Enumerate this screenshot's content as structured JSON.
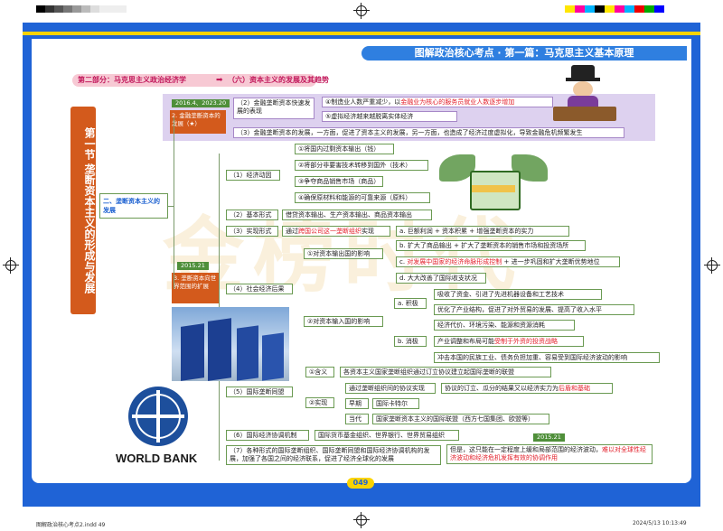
{
  "header": {
    "title": "图解政治核心考点 · 第一篇：马克思主义基本原理",
    "part": "第二部分：马克思主义政治经济学",
    "section": "（六）资本主义的发展及其趋势"
  },
  "chapter": {
    "title": "第一节 垄断资本主义的形成与发展",
    "sub2": "二、垄断资本主义的发展"
  },
  "watermark": "金榜时代",
  "colors": {
    "blue_frame": "#1f63d6",
    "green": "#4f8f3a",
    "orange_node": "#d35a1c",
    "pink_band": "#f7c9d4",
    "purple_band": "#ddd1ef",
    "red_text": "#e3202b"
  },
  "node2": {
    "year_tag": "2016.4、2023.20",
    "title": "2. 金融垄断资本的发展（★）",
    "items": [
      {
        "label": "（2）金融垄断资本快速发展的表现"
      },
      {
        "label": "（3）金融垄断资本的发展，一方面，促进了资本主义的发展，另一方面，也造成了经济过度虚拟化，导致金融危机频繁发生"
      }
    ],
    "sub": [
      {
        "prefix": "④制造业人数严重减少，以",
        "red": "金融业为核心的服务员就业人数逐步增加"
      },
      {
        "prefix": "⑤虚拟经济越来越脱离实体经济",
        "red": ""
      }
    ]
  },
  "node3": {
    "year_tag": "2015.21",
    "title": "3. 垄断资本向世界范围的扩展",
    "items": {
      "motive": "（1）经济动因",
      "motive_list": [
        {
          "a": "①将国内过剩资本输出",
          "b": "（钱）"
        },
        {
          "a": "②将部分非要害技术转移到国外",
          "b": "（技术）"
        },
        {
          "a": "③争夺商品销售市场",
          "b": "（商品）"
        },
        {
          "a": "④确保原材料和能源的可靠来源",
          "b": "（原料）"
        }
      ],
      "forms": "（2）基本形式",
      "forms_desc": "借贷资本输出、生产资本输出、商品资本输出",
      "realize": "（3）实现形式",
      "realize_prefix": "通过",
      "realize_red": "跨国公司这一垄断组织",
      "realize_suffix": "实现",
      "social": "（4）社会经济后果",
      "export_effect": "①对资本输出国的影响",
      "export_list": [
        {
          "plain": "a. 巨额利润 + 资本积累 + 增强垄断资本的实力",
          "red": ""
        },
        {
          "plain": "b. 扩大了商品输出 + 扩大了垄断资本的销售市场和投资场所",
          "red": ""
        },
        {
          "plain": "c. ",
          "red": "对发展中国家的经济命脉形成控制",
          "tail": " + 进一步巩固和扩大垄断优势地位"
        },
        {
          "plain": "d. 大大改善了国际收支状况",
          "red": ""
        }
      ],
      "import_effect": "②对资本输入国的影响",
      "positive": "a. 积极",
      "positive_list": [
        "吸收了资金、引进了先进机器设备和工艺技术",
        "优化了产业结构，促进了对外贸易的发展、提高了收入水平"
      ],
      "negative": "b. 消极",
      "negative_list": [
        {
          "plain": "经济代价、环境污染、能源和资源消耗",
          "red": ""
        },
        {
          "plain": "产业调整和布局可能",
          "red": "受制于外资的投资战略"
        },
        {
          "plain": "冲击本国的民族工业、债务负担加重、容易受到国际经济波动的影响",
          "red": ""
        }
      ],
      "alliance": "（5）国际垄断同盟",
      "meaning": "①含义",
      "meaning_desc": "各资本主义国家垄断组织通过订立协议建立起国际垄断的联盟",
      "realize2": "②实现",
      "realize2_a": "通过垄断组织间的协议实现",
      "realize2_b_prefix": "协议的订立、瓜分的结果又以经济实力为",
      "realize2_b_red": "后盾和基础",
      "early": "早期",
      "early_desc": "国际卡特尔",
      "current": "当代",
      "current_desc": "国家垄断资本主义的国际联盟（西方七国集团、欧盟等）",
      "coord": "（6）国际经济协调机制",
      "coord_desc": "国际货币基金组织、世界银行、世界贸易组织",
      "item7": "（7）各种形式的国际垄断组织、国际垄断同盟和国际经济协调机构的发展，加强了各国之间的经济联系，促进了经济全球化的发展",
      "item7_tag": "2015.21",
      "item7_right_prefix": "但是，这只能在一定程度上缓和局部范围的经济波动，",
      "item7_right_red": "难以对全球性经济波动和经济危机发挥有效的协调作用"
    }
  },
  "logo": {
    "text": "WORLD BANK"
  },
  "footer": {
    "page_number": "049",
    "file": "图解政治核心考点2.indd 49",
    "date": "2024/5/13 10:13:49"
  }
}
